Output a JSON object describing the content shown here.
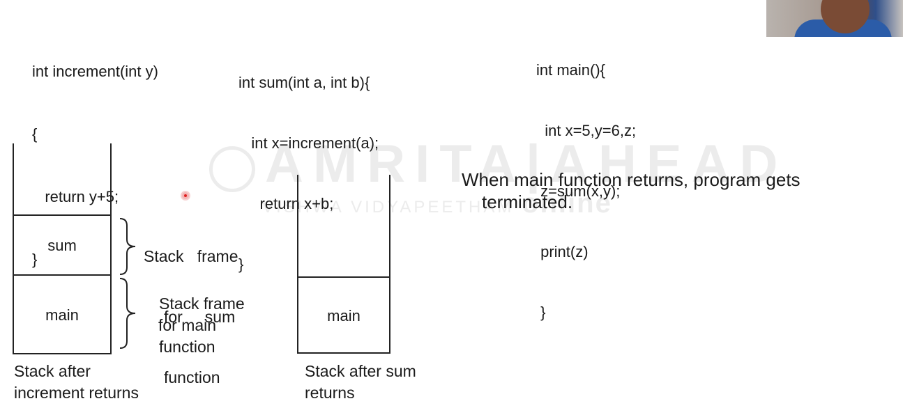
{
  "code": {
    "increment": [
      "int increment(int y)",
      "{",
      "   return y+5;",
      "}"
    ],
    "sum": [
      "int sum(int a, int b){",
      "   int x=increment(a);",
      "     return x+b;",
      "}"
    ],
    "main": [
      "int main(){",
      "  int x=5,y=6,z;",
      " z=sum(x,y);",
      " print(z)",
      " }"
    ]
  },
  "stack1": {
    "frames": [
      "sum",
      "main"
    ],
    "caption": [
      "Stack after",
      "increment returns"
    ]
  },
  "stack2": {
    "frames": [
      "main"
    ],
    "caption": [
      "Stack after sum",
      "returns"
    ]
  },
  "annotations": {
    "sum_frame": [
      "Stack   frame",
      "for     sum",
      "function"
    ],
    "main_frame": [
      "Stack frame",
      "for main",
      "function"
    ]
  },
  "note": [
    "When main function returns, program gets",
    "terminated."
  ],
  "watermark": {
    "title": "AMRITA|AHEAD",
    "subtitle": "VISHWA VIDYAPEETHAM",
    "suffix": "online"
  }
}
